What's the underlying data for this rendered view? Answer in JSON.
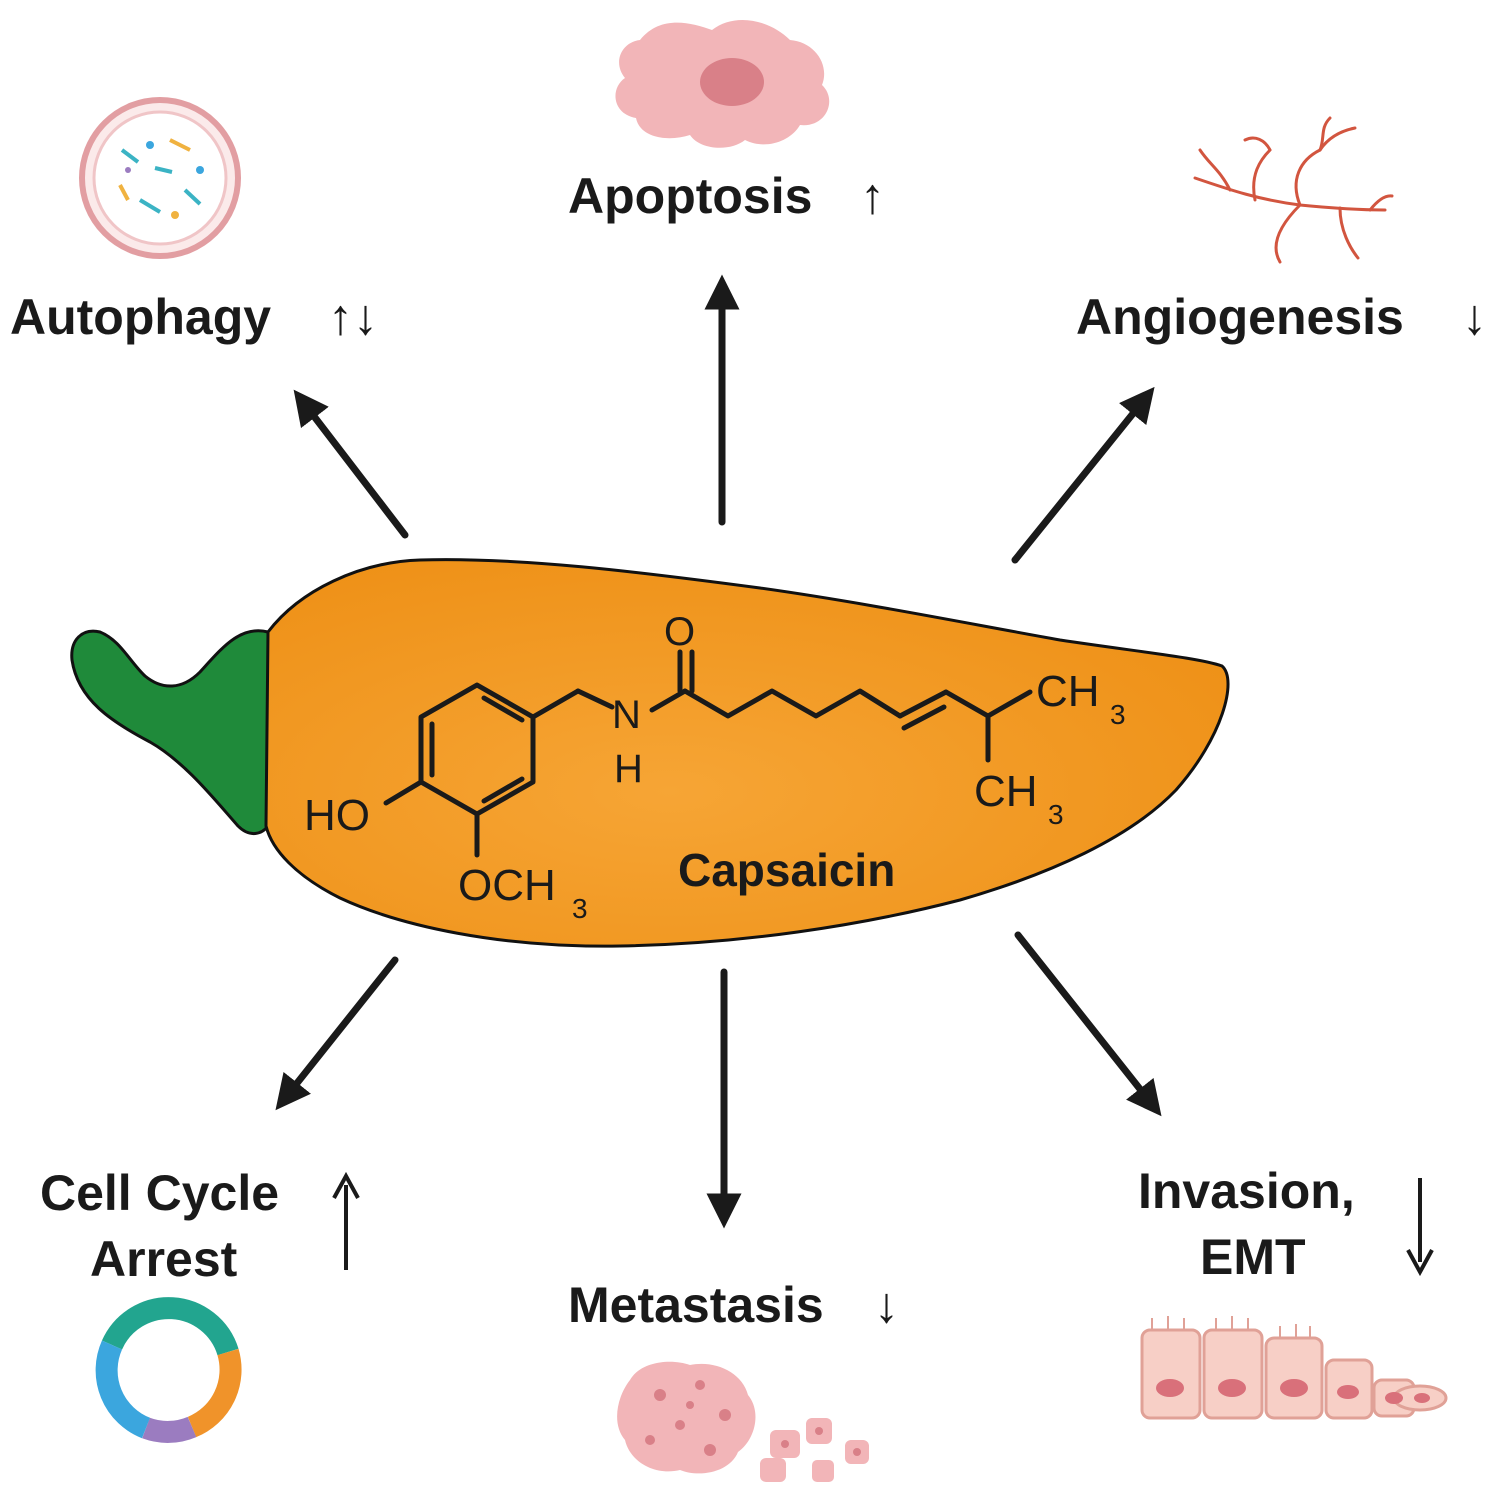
{
  "center": {
    "molecule_name": "Capsaicin",
    "atoms": {
      "oxygen": "O",
      "nitrogen": "N",
      "hydrogen": "H",
      "hydroxyl": "HO",
      "methoxy_main": "OCH",
      "methoxy_sub": "3",
      "methyl_top_main": "CH",
      "methyl_top_sub": "3",
      "methyl_bottom_main": "CH",
      "methyl_bottom_sub": "3"
    }
  },
  "effects": {
    "apoptosis": {
      "label": "Apoptosis",
      "direction": "↑",
      "icon": "apoptotic-cell-icon"
    },
    "autophagy": {
      "label": "Autophagy",
      "direction": "↑↓",
      "icon": "autophagosome-icon"
    },
    "angiogenesis": {
      "label": "Angiogenesis",
      "direction": "↓",
      "icon": "blood-vessel-icon"
    },
    "cell_cycle": {
      "label_line1": "Cell Cycle",
      "label_line2": "Arrest",
      "direction": "↑",
      "icon": "cell-cycle-ring-icon"
    },
    "metastasis": {
      "label": "Metastasis",
      "direction": "↓",
      "icon": "metastatic-cells-icon"
    },
    "invasion": {
      "label_line1": "Invasion,",
      "label_line2": "EMT",
      "direction": "↓",
      "icon": "epithelial-cells-icon"
    }
  },
  "colors": {
    "pepper_body": "#f39a1f",
    "pepper_stem": "#1f8a3a",
    "cell_pink": "#f2b5b8",
    "vessel_red": "#d2553f",
    "ring_teal": "#22a58f",
    "ring_orange": "#f0932a",
    "ring_purple": "#9b7cc0",
    "ring_blue": "#3ba6de"
  }
}
